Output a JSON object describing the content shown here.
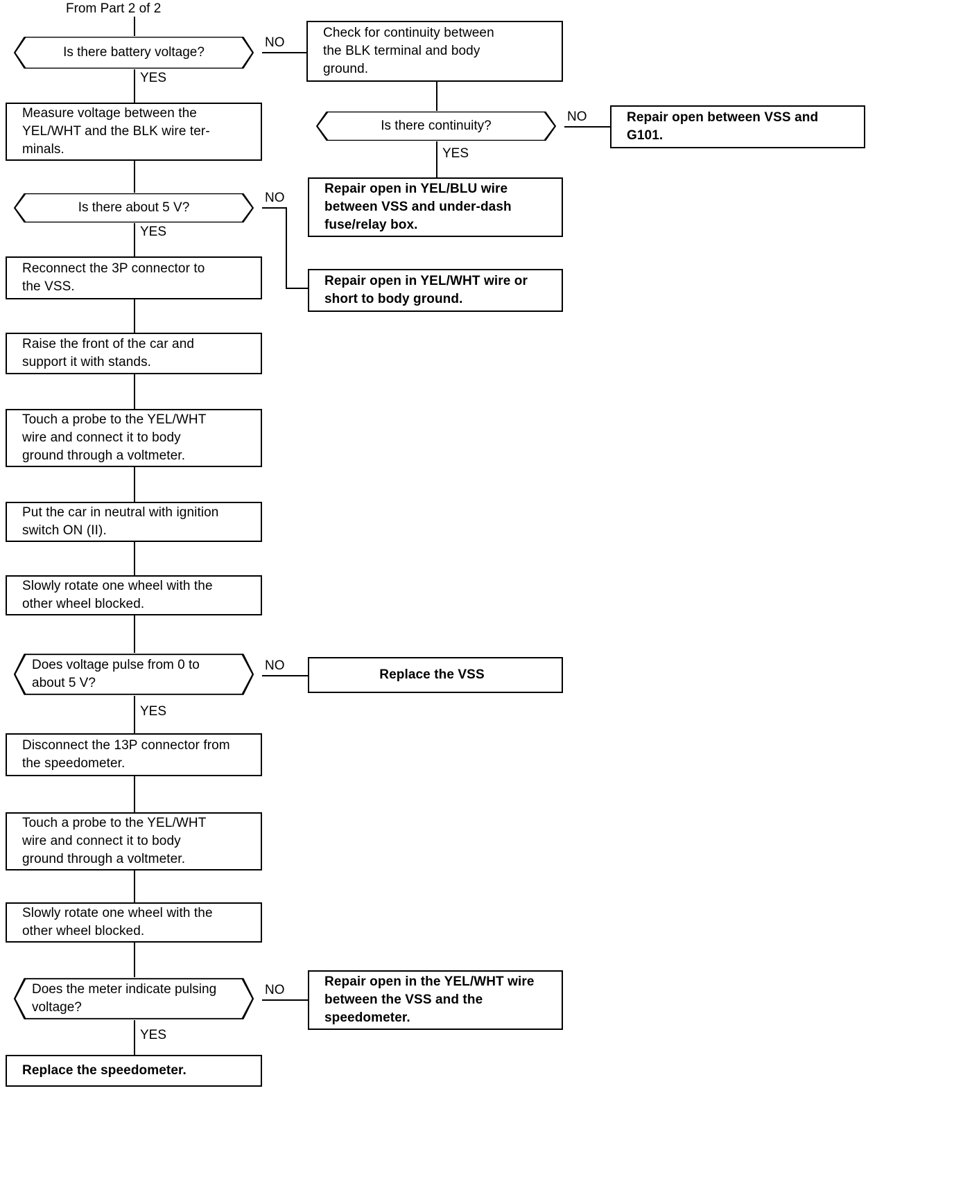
{
  "document": {
    "title": "Vehicle Speed Sensor (VSS) troubleshooting flowchart",
    "header_note": "From  Part  2 of 2"
  },
  "labels": {
    "yes": "YES",
    "no": "NO"
  },
  "nodes": {
    "d1": {
      "type": "decision",
      "text": "Is there battery voltage?"
    },
    "p1": {
      "type": "process",
      "text": "Measure  voltage  between  the\nYEL/WHT  and  the  BLK  wire  ter-\nminals."
    },
    "d2": {
      "type": "decision",
      "text": "Is there about 5 V?"
    },
    "p2": {
      "type": "process",
      "text": "Reconnect  the 3P  connector to\nthe VSS."
    },
    "p3": {
      "type": "process",
      "text": "Raise  the  front  of  the  car  and\nsupport it with stands."
    },
    "p4": {
      "type": "process",
      "text": "Touch  a  probe  to  the  YEL/WHT\nwire  and  connect  it  to  body\nground through a voltmeter."
    },
    "p5": {
      "type": "process",
      "text": "Put the car in neutral with ignition\nswitch ON (II)."
    },
    "p6": {
      "type": "process",
      "text": "Slowly rotate one wheel with the\nother wheel blocked."
    },
    "d3": {
      "type": "decision",
      "text": "Does  voltage  pulse  from  0  to\nabout 5 V?"
    },
    "p7": {
      "type": "process",
      "text": "Disconnect the 13P connector from\nthe speedometer."
    },
    "p8": {
      "type": "process",
      "text": "Touch  a  probe  to  the  YEL/WHT\nwire  and  connect  it  to  body\nground through a voltmeter."
    },
    "p9": {
      "type": "process",
      "text": "Slowly rotate one wheel with the\nother wheel blocked."
    },
    "d4": {
      "type": "decision",
      "text": "Does  the  meter  indicate  pulsing\nvoltage?"
    },
    "r1": {
      "type": "terminal",
      "text": "Replace the speedometer."
    },
    "c1": {
      "type": "process",
      "text": "Check  for  continuity  between\nthe  BLK  terminal  and  body\nground."
    },
    "d5": {
      "type": "decision",
      "text": "Is there continuity?"
    },
    "a1": {
      "type": "action",
      "text": "Repair open between VSS and\nG101."
    },
    "a2": {
      "type": "action",
      "text": "Repair open in YEL/BLU wire\nbetween VSS and under-dash\nfuse/relay box."
    },
    "a3": {
      "type": "action",
      "text": "Repair open in YEL/WHT wire or\nshort to body ground."
    },
    "a4": {
      "type": "action",
      "text": "Replace   the   VSS"
    },
    "a5": {
      "type": "action",
      "text": "Repair open in the YEL/WHT wire\nbetween  the  VSS  and  the\nspeedometer."
    }
  },
  "colors": {
    "ink": "#000000",
    "paper": "#ffffff"
  }
}
